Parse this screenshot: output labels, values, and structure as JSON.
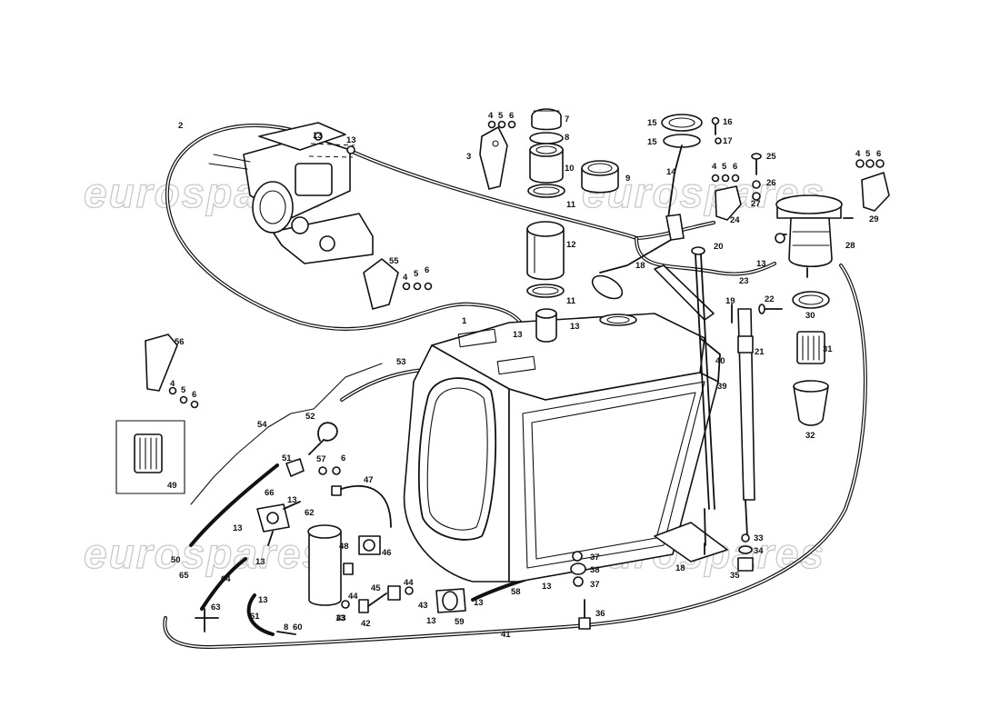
{
  "watermark": "eurospares",
  "part_numbers": [
    {
      "id": "p1",
      "text": "1"
    },
    {
      "id": "p2",
      "text": "2"
    },
    {
      "id": "p3",
      "text": "3"
    },
    {
      "id": "p4a",
      "text": "4"
    },
    {
      "id": "p5a",
      "text": "5"
    },
    {
      "id": "p6a",
      "text": "6"
    },
    {
      "id": "p7",
      "text": "7"
    },
    {
      "id": "p8",
      "text": "8"
    },
    {
      "id": "p9",
      "text": "9"
    },
    {
      "id": "p10",
      "text": "10"
    },
    {
      "id": "p11a",
      "text": "11"
    },
    {
      "id": "p11b",
      "text": "11"
    },
    {
      "id": "p12",
      "text": "12"
    },
    {
      "id": "p13a",
      "text": "13"
    },
    {
      "id": "p13b",
      "text": "13"
    },
    {
      "id": "p13c",
      "text": "13"
    },
    {
      "id": "p13d",
      "text": "13"
    },
    {
      "id": "p13e",
      "text": "13"
    },
    {
      "id": "p13f",
      "text": "13"
    },
    {
      "id": "p13g",
      "text": "13"
    },
    {
      "id": "p13h",
      "text": "13"
    },
    {
      "id": "p13i",
      "text": "13"
    },
    {
      "id": "p13j",
      "text": "13"
    },
    {
      "id": "p13k",
      "text": "13"
    },
    {
      "id": "p13l",
      "text": "13"
    },
    {
      "id": "p13m",
      "text": "13"
    },
    {
      "id": "p14",
      "text": "14"
    },
    {
      "id": "p15a",
      "text": "15"
    },
    {
      "id": "p15b",
      "text": "15"
    },
    {
      "id": "p16",
      "text": "16"
    },
    {
      "id": "p17",
      "text": "17"
    },
    {
      "id": "p18a",
      "text": "18"
    },
    {
      "id": "p18b",
      "text": "18"
    },
    {
      "id": "p19",
      "text": "19"
    },
    {
      "id": "p20",
      "text": "20"
    },
    {
      "id": "p21",
      "text": "21"
    },
    {
      "id": "p22",
      "text": "22"
    },
    {
      "id": "p23",
      "text": "23"
    },
    {
      "id": "p24",
      "text": "24"
    },
    {
      "id": "p4b",
      "text": "4"
    },
    {
      "id": "p5b",
      "text": "5"
    },
    {
      "id": "p6b",
      "text": "6"
    },
    {
      "id": "p25",
      "text": "25"
    },
    {
      "id": "p26",
      "text": "26"
    },
    {
      "id": "p27",
      "text": "27"
    },
    {
      "id": "p4c",
      "text": "4"
    },
    {
      "id": "p5c",
      "text": "5"
    },
    {
      "id": "p6c",
      "text": "6"
    },
    {
      "id": "p28",
      "text": "28"
    },
    {
      "id": "p29",
      "text": "29"
    },
    {
      "id": "p30",
      "text": "30"
    },
    {
      "id": "p31",
      "text": "31"
    },
    {
      "id": "p32",
      "text": "32"
    },
    {
      "id": "p33",
      "text": "33"
    },
    {
      "id": "p34",
      "text": "34"
    },
    {
      "id": "p35",
      "text": "35"
    },
    {
      "id": "p36",
      "text": "36"
    },
    {
      "id": "p37a",
      "text": "37"
    },
    {
      "id": "p37b",
      "text": "37"
    },
    {
      "id": "p38",
      "text": "38"
    },
    {
      "id": "p39",
      "text": "39"
    },
    {
      "id": "p40",
      "text": "40"
    },
    {
      "id": "p41",
      "text": "41"
    },
    {
      "id": "p42",
      "text": "42"
    },
    {
      "id": "p43a",
      "text": "43"
    },
    {
      "id": "p43b",
      "text": "43"
    },
    {
      "id": "p44a",
      "text": "44"
    },
    {
      "id": "p44b",
      "text": "44"
    },
    {
      "id": "p45",
      "text": "45"
    },
    {
      "id": "p46",
      "text": "46"
    },
    {
      "id": "p47",
      "text": "47"
    },
    {
      "id": "p48",
      "text": "48"
    },
    {
      "id": "p49",
      "text": "49"
    },
    {
      "id": "p50",
      "text": "50"
    },
    {
      "id": "p51",
      "text": "51"
    },
    {
      "id": "p52",
      "text": "52"
    },
    {
      "id": "p53",
      "text": "53"
    },
    {
      "id": "p54",
      "text": "54"
    },
    {
      "id": "p55",
      "text": "55"
    },
    {
      "id": "p4d",
      "text": "4"
    },
    {
      "id": "p5d",
      "text": "5"
    },
    {
      "id": "p6d",
      "text": "6"
    },
    {
      "id": "p56",
      "text": "56"
    },
    {
      "id": "p4e",
      "text": "4"
    },
    {
      "id": "p5e",
      "text": "5"
    },
    {
      "id": "p6e",
      "text": "6"
    },
    {
      "id": "p57",
      "text": "57"
    },
    {
      "id": "p6f",
      "text": "6"
    },
    {
      "id": "p58",
      "text": "58"
    },
    {
      "id": "p59",
      "text": "59"
    },
    {
      "id": "p60",
      "text": "60"
    },
    {
      "id": "p8b",
      "text": "8"
    },
    {
      "id": "p61",
      "text": "61"
    },
    {
      "id": "p62",
      "text": "62"
    },
    {
      "id": "p63",
      "text": "63"
    },
    {
      "id": "p64",
      "text": "64"
    },
    {
      "id": "p65",
      "text": "65"
    },
    {
      "id": "p66",
      "text": "66"
    }
  ]
}
